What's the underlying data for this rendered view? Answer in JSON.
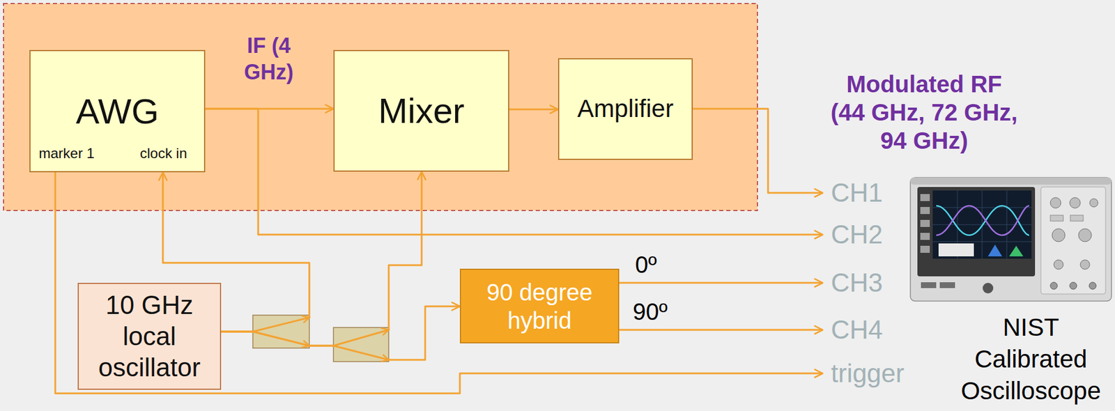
{
  "diagram": {
    "nodes": [
      {
        "text": [
          "AWG",
          "marker 1",
          "clock in"
        ]
      },
      {
        "text": [
          "Mixer"
        ]
      },
      {
        "text": [
          "Amplifier"
        ]
      },
      {
        "text": [
          "10 GHz local oscillator"
        ]
      },
      {
        "text": [
          "90 degree hybrid"
        ]
      },
      {
        "text": [
          "CH1",
          "CH2",
          "CH3",
          "CH4",
          "trigger",
          "NIST Calibrated Oscilloscope"
        ]
      }
    ],
    "edges": [
      {
        "from": 0,
        "to": 1,
        "arrow": "to",
        "label": "IF (4 GHz)"
      },
      {
        "from": 1,
        "to": 2,
        "arrow": "to"
      },
      {
        "from": 2,
        "to": 5,
        "arrow": "to",
        "label": "Modulated RF (44 GHz, 72 GHz, 94 GHz)"
      },
      {
        "from": 0,
        "to": 5,
        "arrow": "to"
      },
      {
        "from": 0,
        "to": 5,
        "arrow": "to"
      },
      {
        "from": 3,
        "to": 0,
        "arrow": "to"
      },
      {
        "from": 3,
        "to": 1,
        "arrow": "to"
      },
      {
        "from": 3,
        "to": 4,
        "arrow": "to"
      },
      {
        "from": 4,
        "to": 5,
        "arrow": "to",
        "label": "0º"
      },
      {
        "from": 4,
        "to": 5,
        "arrow": "to",
        "label": "90º"
      }
    ]
  }
}
